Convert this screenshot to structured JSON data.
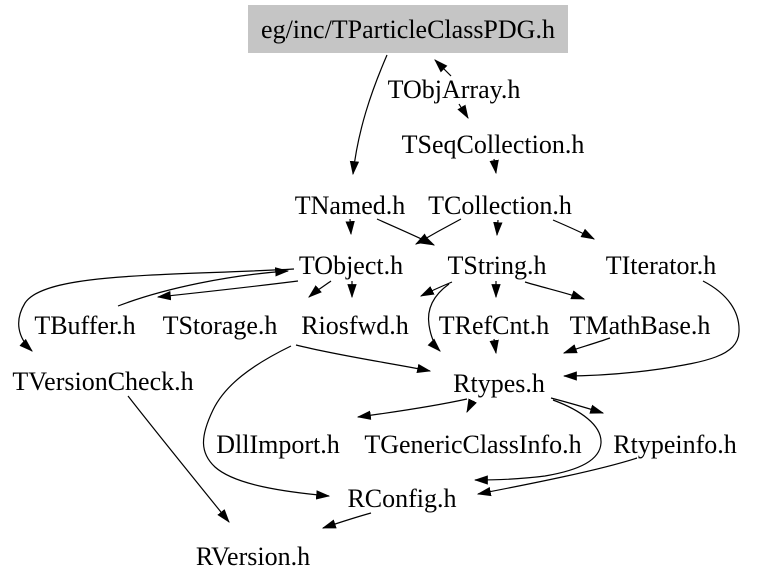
{
  "diagram": {
    "type": "include-dependency-graph",
    "root": {
      "label": "eg/inc/TParticleClassPDG.h",
      "fill": "#c5c5c5"
    },
    "nodes": [
      {
        "id": "TObjArray",
        "label": "TObjArray.h"
      },
      {
        "id": "TSeqCollection",
        "label": "TSeqCollection.h"
      },
      {
        "id": "TNamed",
        "label": "TNamed.h"
      },
      {
        "id": "TCollection",
        "label": "TCollection.h"
      },
      {
        "id": "TObject",
        "label": "TObject.h"
      },
      {
        "id": "TString",
        "label": "TString.h"
      },
      {
        "id": "TIterator",
        "label": "TIterator.h"
      },
      {
        "id": "TBuffer",
        "label": "TBuffer.h"
      },
      {
        "id": "TStorage",
        "label": "TStorage.h"
      },
      {
        "id": "Riosfwd",
        "label": "Riosfwd.h"
      },
      {
        "id": "TRefCnt",
        "label": "TRefCnt.h"
      },
      {
        "id": "TMathBase",
        "label": "TMathBase.h"
      },
      {
        "id": "TVersionCheck",
        "label": "TVersionCheck.h"
      },
      {
        "id": "Rtypes",
        "label": "Rtypes.h"
      },
      {
        "id": "DllImport",
        "label": "DllImport.h"
      },
      {
        "id": "TGenericClassInfo",
        "label": "TGenericClassInfo.h"
      },
      {
        "id": "Rtypeinfo",
        "label": "Rtypeinfo.h"
      },
      {
        "id": "RConfig",
        "label": "RConfig.h"
      },
      {
        "id": "RVersion",
        "label": "RVersion.h"
      }
    ],
    "edges": [
      {
        "from": "TObjArray.h",
        "to": "eg/inc/TParticleClassPDG.h"
      },
      {
        "from": "eg/inc/TParticleClassPDG.h",
        "to": "TNamed.h"
      },
      {
        "from": "TObjArray.h",
        "to": "TSeqCollection.h"
      },
      {
        "from": "TSeqCollection.h",
        "to": "TCollection.h"
      },
      {
        "from": "TNamed.h",
        "to": "TObject.h"
      },
      {
        "from": "TNamed.h",
        "to": "TString.h"
      },
      {
        "from": "TCollection.h",
        "to": "TObject.h"
      },
      {
        "from": "TCollection.h",
        "to": "TString.h"
      },
      {
        "from": "TCollection.h",
        "to": "TIterator.h"
      },
      {
        "from": "TBuffer.h",
        "to": "TObject.h"
      },
      {
        "from": "TObject.h",
        "to": "TBuffer.h"
      },
      {
        "from": "TObject.h",
        "to": "TStorage.h"
      },
      {
        "from": "TObject.h",
        "to": "Riosfwd.h"
      },
      {
        "from": "TObject.h",
        "to": "TVersionCheck.h"
      },
      {
        "from": "TString.h",
        "to": "Riosfwd.h"
      },
      {
        "from": "TString.h",
        "to": "TRefCnt.h"
      },
      {
        "from": "TString.h",
        "to": "TMathBase.h"
      },
      {
        "from": "TString.h",
        "to": "Rtypes.h"
      },
      {
        "from": "TIterator.h",
        "to": "Rtypes.h"
      },
      {
        "from": "TRefCnt.h",
        "to": "Rtypes.h"
      },
      {
        "from": "TMathBase.h",
        "to": "Rtypes.h"
      },
      {
        "from": "Riosfwd.h",
        "to": "Rtypes.h"
      },
      {
        "from": "Riosfwd.h",
        "to": "RConfig.h"
      },
      {
        "from": "TVersionCheck.h",
        "to": "RVersion.h"
      },
      {
        "from": "Rtypes.h",
        "to": "DllImport.h"
      },
      {
        "from": "Rtypes.h",
        "to": "TGenericClassInfo.h"
      },
      {
        "from": "Rtypes.h",
        "to": "Rtypeinfo.h"
      },
      {
        "from": "Rtypes.h",
        "to": "RConfig.h"
      },
      {
        "from": "Rtypeinfo.h",
        "to": "RConfig.h"
      },
      {
        "from": "RConfig.h",
        "to": "RVersion.h"
      }
    ]
  }
}
